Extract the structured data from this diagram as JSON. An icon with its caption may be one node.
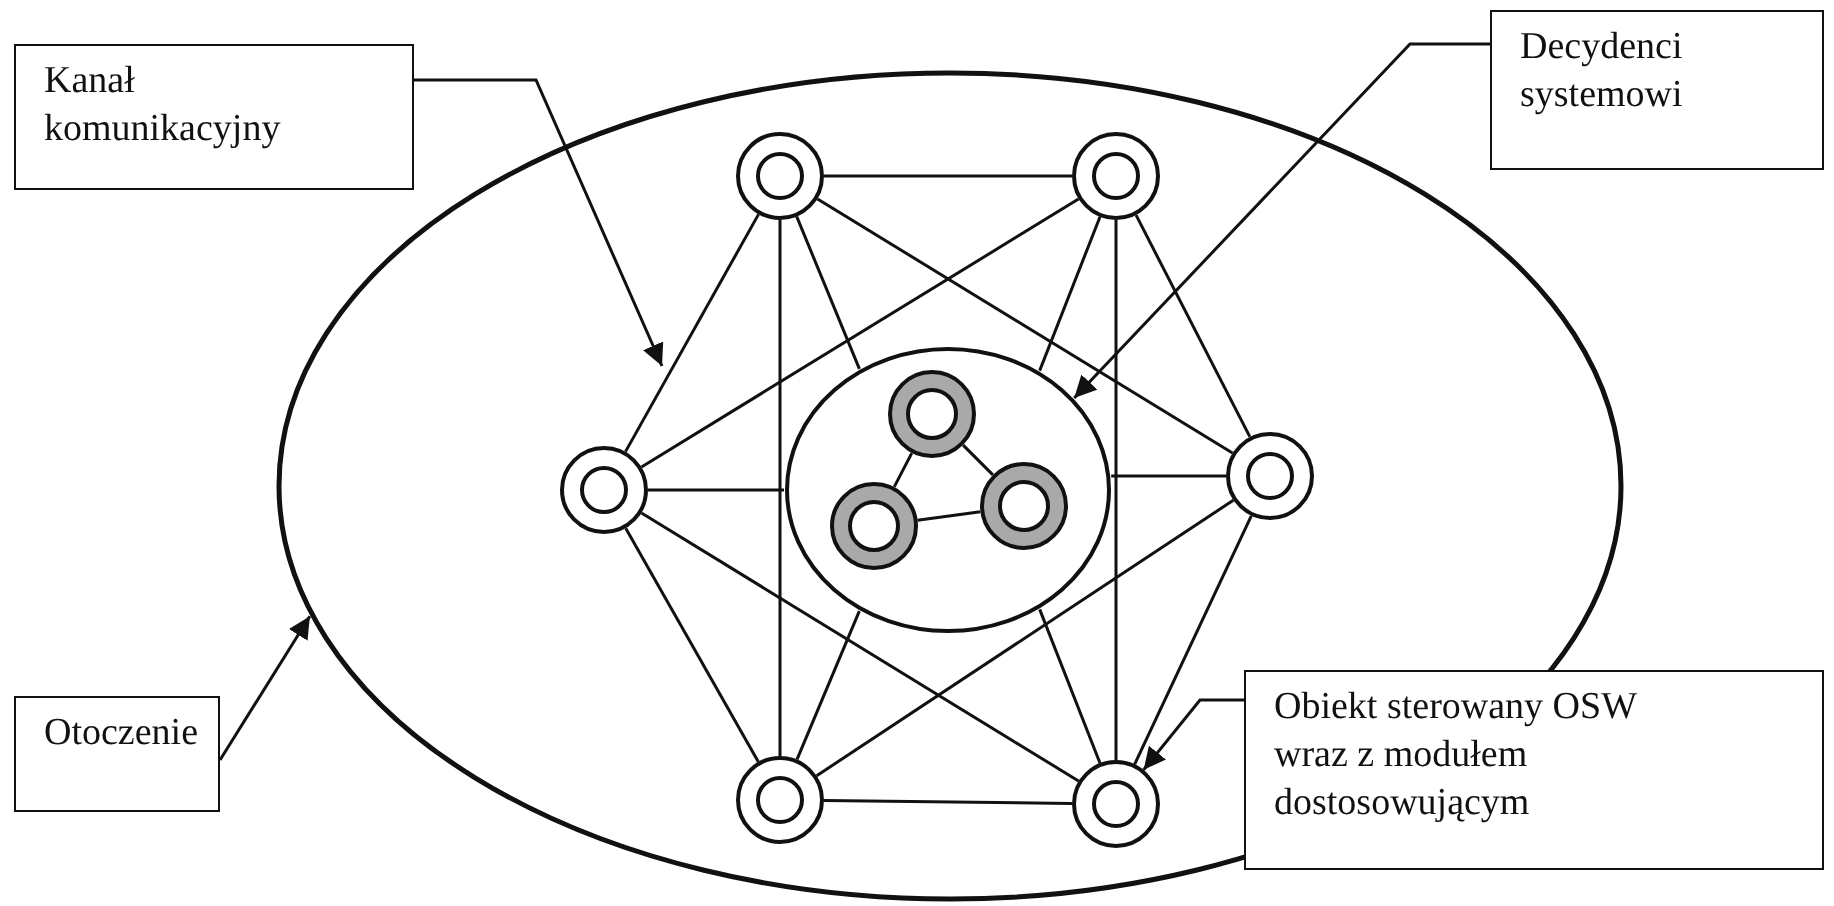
{
  "diagram": {
    "nodes": [
      {
        "text": [
          "Kanał komunikacyjny"
        ]
      },
      {
        "text": [
          "Decydenci systemowi"
        ]
      },
      {
        "text": [],
        "shape": "ellipse"
      },
      {
        "text": [],
        "shape": "ellipse",
        "in": 2
      },
      {
        "text": [],
        "shape": "circle",
        "in": 2
      },
      {
        "text": [],
        "shape": "circle",
        "in": 2
      },
      {
        "text": [],
        "shape": "circle",
        "in": 2
      },
      {
        "text": [],
        "shape": "circle",
        "in": 2
      },
      {
        "text": [],
        "shape": "circle",
        "in": 2
      },
      {
        "text": [],
        "shape": "circle",
        "in": 2
      },
      {
        "text": [],
        "shape": "circle",
        "in": 3
      },
      {
        "text": [],
        "shape": "circle",
        "in": 3
      },
      {
        "text": [],
        "shape": "circle",
        "in": 3
      },
      {
        "text": [
          "Obiekt sterowany OSW wraz z modułem dostosowującym"
        ]
      },
      {
        "text": [
          "Otoczenie"
        ]
      }
    ],
    "edges": [
      {
        "from": 4,
        "to": 5,
        "arrow": "none"
      },
      {
        "from": 4,
        "to": 6,
        "arrow": "none"
      },
      {
        "from": 4,
        "to": 8,
        "arrow": "none"
      },
      {
        "from": 4,
        "to": 7,
        "arrow": "none"
      },
      {
        "from": 4,
        "to": 3,
        "arrow": "none"
      },
      {
        "from": 5,
        "to": 6,
        "arrow": "none"
      },
      {
        "from": 5,
        "to": 7,
        "arrow": "none"
      },
      {
        "from": 5,
        "to": 9,
        "arrow": "none"
      },
      {
        "from": 5,
        "to": 3,
        "arrow": "none"
      },
      {
        "from": 6,
        "to": 8,
        "arrow": "none"
      },
      {
        "from": 6,
        "to": 9,
        "arrow": "none"
      },
      {
        "from": 6,
        "to": 3,
        "arrow": "none"
      },
      {
        "from": 7,
        "to": 8,
        "arrow": "none"
      },
      {
        "from": 7,
        "to": 9,
        "arrow": "none"
      },
      {
        "from": 7,
        "to": 3,
        "arrow": "none"
      },
      {
        "from": 8,
        "to": 9,
        "arrow": "none"
      },
      {
        "from": 8,
        "to": 3,
        "arrow": "none"
      },
      {
        "from": 9,
        "to": 3,
        "arrow": "none"
      },
      {
        "from": 10,
        "to": 11,
        "arrow": "none"
      },
      {
        "from": 10,
        "to": 12,
        "arrow": "none"
      },
      {
        "from": 12,
        "to": 11,
        "arrow": "none"
      },
      {
        "from": 0,
        "to": null,
        "arrow": "to"
      },
      {
        "from": 1,
        "to": 3,
        "arrow": "to"
      },
      {
        "from": 13,
        "to": 9,
        "arrow": "to"
      },
      {
        "from": 14,
        "to": 2,
        "arrow": "to"
      }
    ]
  }
}
